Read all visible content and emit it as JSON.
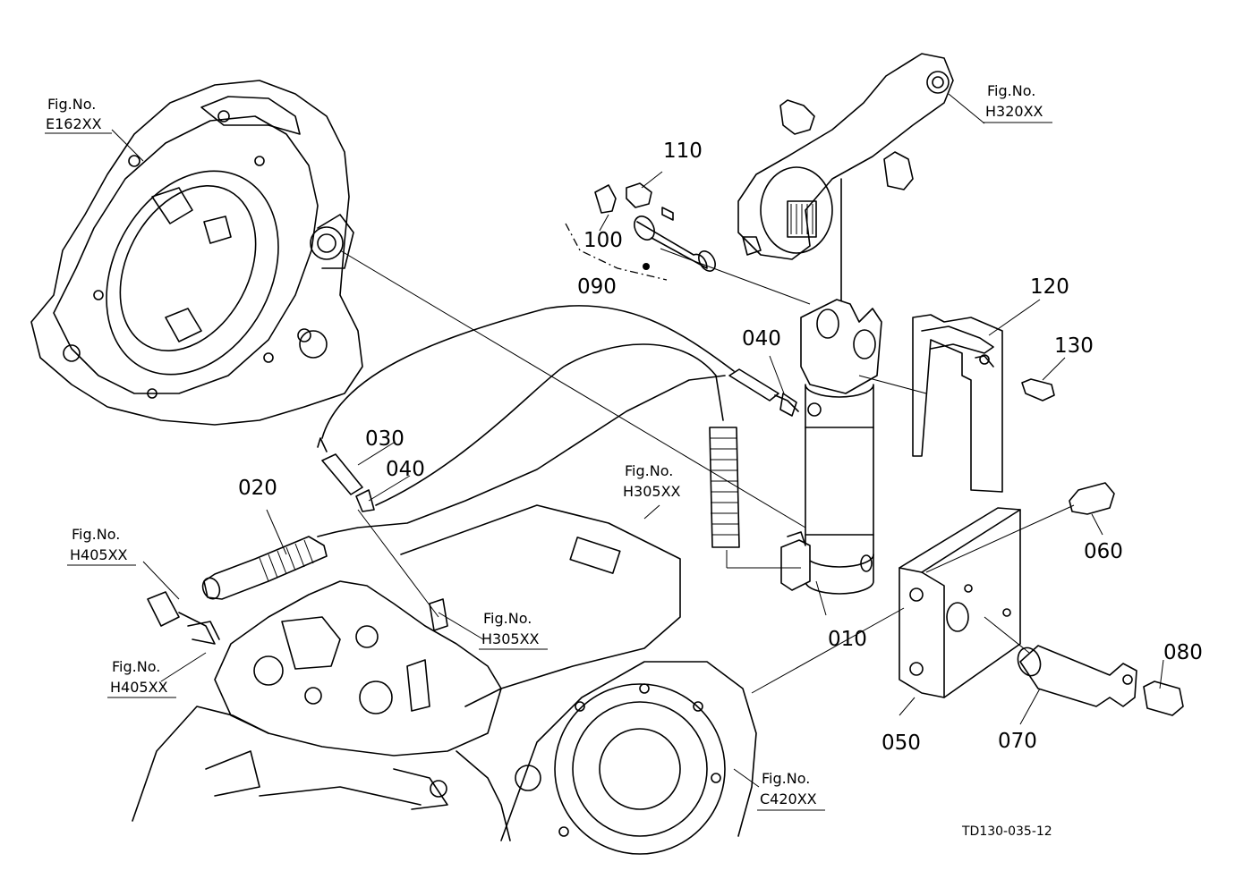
{
  "diagram_code": "TD130-035-12",
  "part_numbers": {
    "p010": "010",
    "p020": "020",
    "p030": "030",
    "p040a": "040",
    "p040b": "040",
    "p050": "050",
    "p060": "060",
    "p070": "070",
    "p080": "080",
    "p090": "090",
    "p100": "100",
    "p110": "110",
    "p120": "120",
    "p130": "130"
  },
  "fig_refs": {
    "e162": {
      "label": "Fig.No.",
      "code": "E162XX"
    },
    "h320": {
      "label": "Fig.No.",
      "code": "H320XX"
    },
    "h305a": {
      "label": "Fig.No.",
      "code": "H305XX"
    },
    "h305b": {
      "label": "Fig.No.",
      "code": "H305XX"
    },
    "h405a": {
      "label": "Fig.No.",
      "code": "H405XX"
    },
    "h405b": {
      "label": "Fig.No.",
      "code": "H405XX"
    },
    "c420": {
      "label": "Fig.No.",
      "code": "C420XX"
    }
  }
}
